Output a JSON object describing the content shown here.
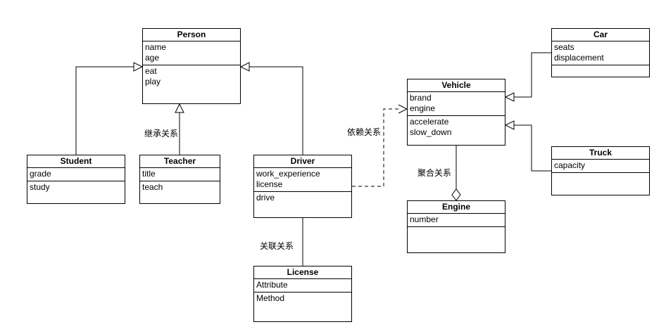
{
  "diagram": {
    "classes": {
      "person": {
        "title": "Person",
        "attributes": [
          "name",
          "age"
        ],
        "methods": [
          "eat",
          "play"
        ]
      },
      "student": {
        "title": "Student",
        "attributes": [
          "grade"
        ],
        "methods": [
          "study"
        ]
      },
      "teacher": {
        "title": "Teacher",
        "attributes": [
          "title"
        ],
        "methods": [
          "teach"
        ]
      },
      "driver": {
        "title": "Driver",
        "attributes": [
          "work_experience",
          "license"
        ],
        "methods": [
          "drive"
        ]
      },
      "license": {
        "title": "License",
        "attributes": [
          "Attribute"
        ],
        "methods": [
          "Method"
        ]
      },
      "vehicle": {
        "title": "Vehicle",
        "attributes": [
          "brand",
          "engine"
        ],
        "methods": [
          "accelerate",
          "slow_down"
        ]
      },
      "engine": {
        "title": "Engine",
        "attributes": [
          "number"
        ],
        "methods": []
      },
      "car": {
        "title": "Car",
        "attributes": [
          "seats",
          "displacement"
        ],
        "methods": []
      },
      "truck": {
        "title": "Truck",
        "attributes": [
          "capacity"
        ],
        "methods": []
      }
    },
    "labels": {
      "inheritance": "继承关系",
      "dependency": "依赖关系",
      "aggregation": "聚合关系",
      "association": "关联关系"
    },
    "colors": {
      "line": "#000000",
      "box_bg": "#ffffff",
      "text": "#000000"
    }
  }
}
